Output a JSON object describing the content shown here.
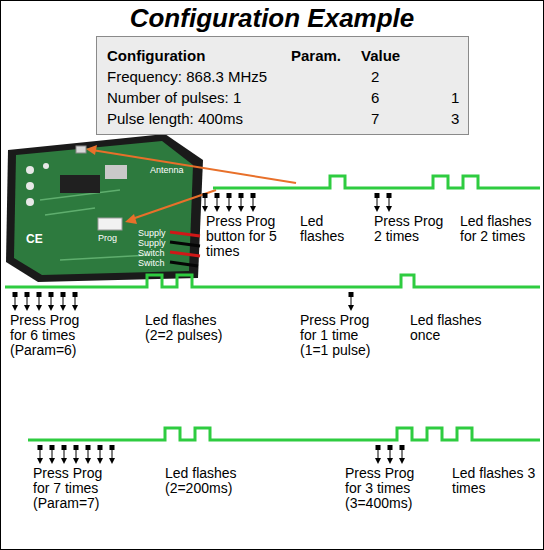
{
  "diagram": {
    "title": "Configuration Example",
    "nodes": [
      {
        "text": [
          "Configuration",
          "Param.",
          "Value",
          "Frequency: 868.3 MHz5",
          "2",
          "Number of pulses: 1",
          "6",
          "1",
          "Pulse length: 400ms",
          "7",
          "3"
        ]
      }
    ],
    "labels": [
      "Antenna",
      "Prog",
      "CE",
      "Supply",
      "Supply",
      "Switch",
      "Switch",
      "Press Prog button for 5 times",
      "Led flashes",
      "Press Prog 2 times",
      "Led flashes for 2 times",
      "Press Prog for 6 times (Param=6)",
      "Led flashes (2=2 pulses)",
      "Press Prog for 1 time (1=1 pulse)",
      "Led flashes once",
      "Press Prog for 7 times (Param=7)",
      "Led flashes (2=200ms)",
      "Press Prog for 3 times (3=400ms)",
      "Led flashes 3 times"
    ]
  }
}
